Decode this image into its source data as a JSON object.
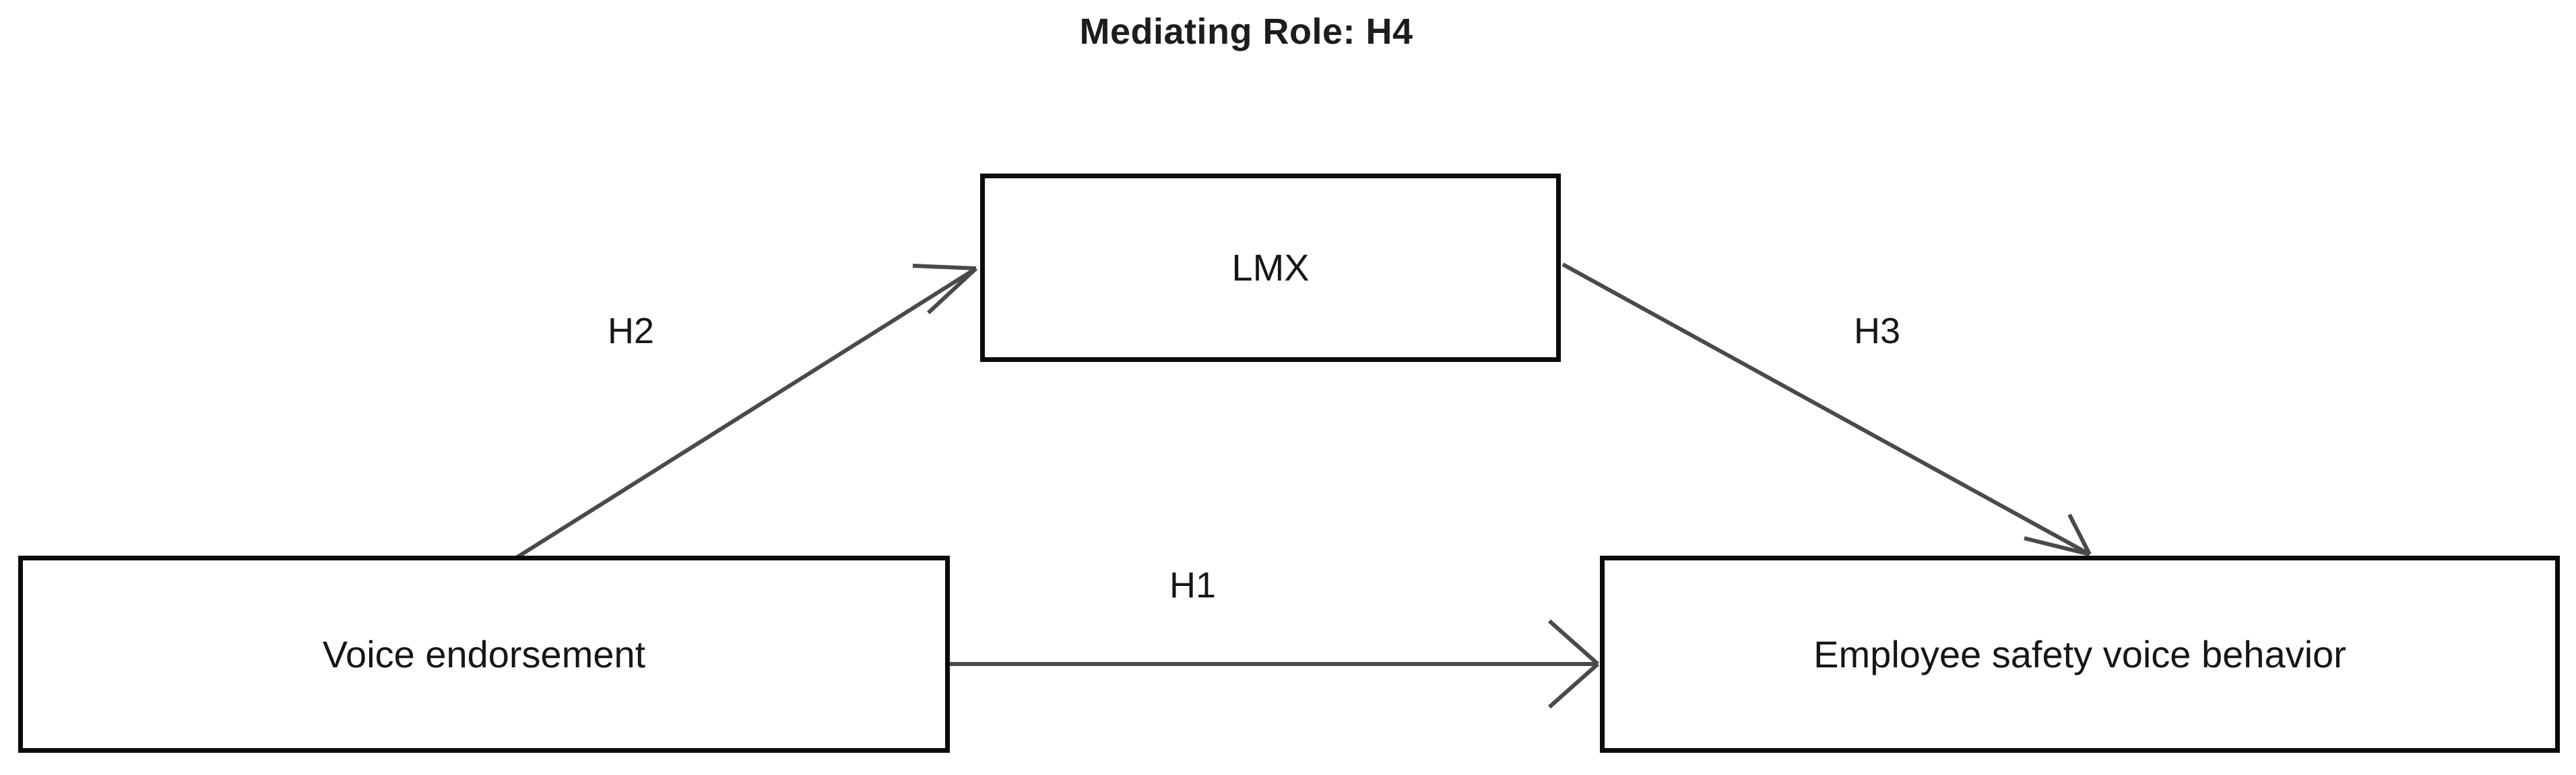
{
  "diagram": {
    "title": "Mediating Role: H4",
    "type": "conceptual-model-path-diagram",
    "background_color": "#ffffff",
    "line_color": "#4a4a4a",
    "border_color": "#0b0b0b",
    "text_color": "#161616",
    "nodes": [
      {
        "id": "lmx",
        "label": "LMX"
      },
      {
        "id": "voice_endorsement",
        "label": "Voice endorsement"
      },
      {
        "id": "employee_safety",
        "label": "Employee safety voice behavior"
      }
    ],
    "edges": [
      {
        "id": "h1",
        "label": "H1",
        "from": "voice_endorsement",
        "to": "employee_safety"
      },
      {
        "id": "h2",
        "label": "H2",
        "from": "voice_endorsement",
        "to": "lmx"
      },
      {
        "id": "h3",
        "label": "H3",
        "from": "lmx",
        "to": "employee_safety"
      }
    ]
  }
}
